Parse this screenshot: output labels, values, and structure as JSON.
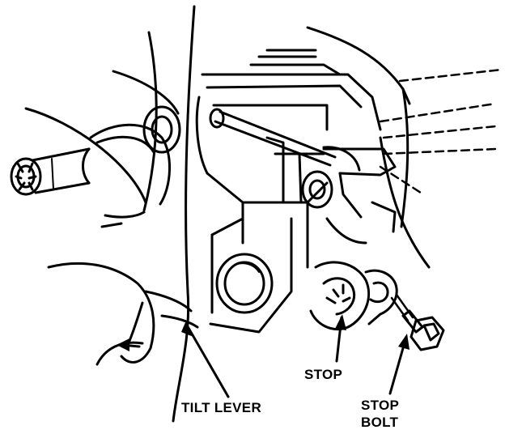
{
  "labels": {
    "tilt_lever": "TILT LEVER",
    "stop": "STOP",
    "stop_bolt_line1": "STOP",
    "stop_bolt_line2": "BOLT"
  },
  "colors": {
    "ink": "#000000",
    "paper": "#ffffff"
  }
}
